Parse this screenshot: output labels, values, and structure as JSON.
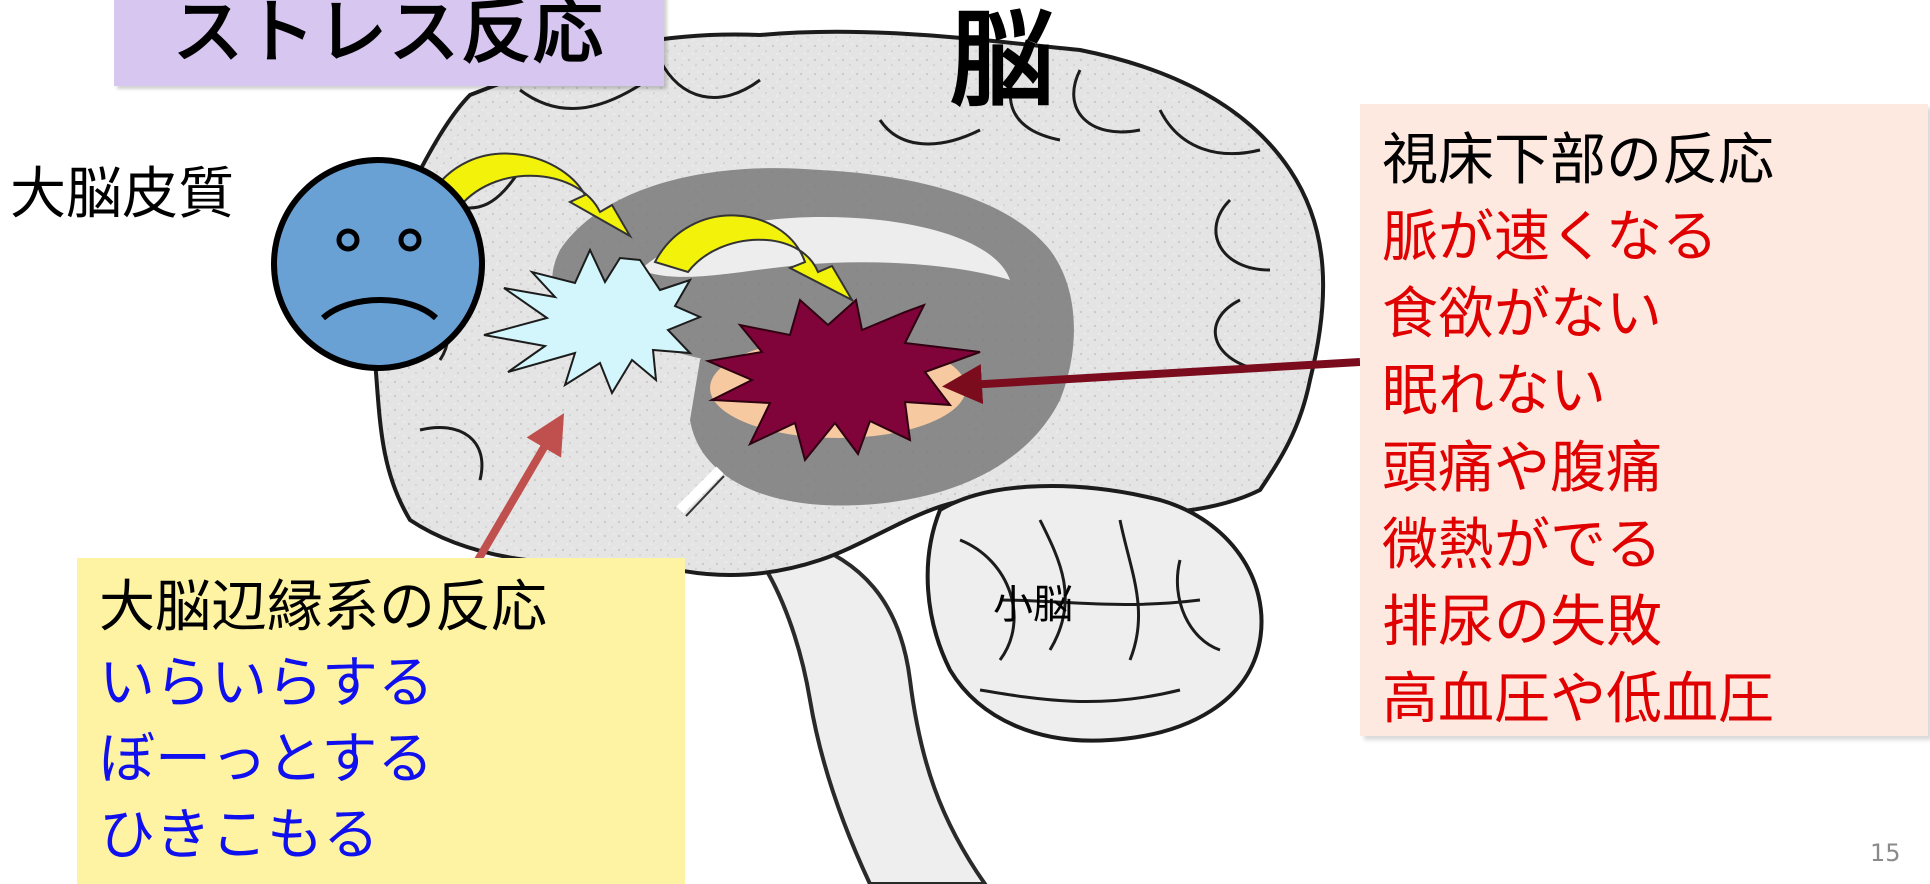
{
  "title": "ストレス反応",
  "brain_label": "脳",
  "cortex_label": "大脳皮質",
  "cerebellum_label": "小脳",
  "hypothalamus": {
    "title": "視床下部の反応",
    "items": [
      "脈が速くなる",
      "食欲がない",
      "眠れない",
      "頭痛や腹痛",
      "微熱がでる",
      "排尿の失敗",
      "高血圧や低血圧"
    ]
  },
  "limbic": {
    "title": "大脳辺縁系の反応",
    "items": [
      "いらいらする",
      "ぼーっとする",
      "ひきこもる"
    ]
  },
  "page_number": "15",
  "colors": {
    "title_bg": "#d6c6f0",
    "hypothalamus_bg": "#fde9e0",
    "hypothalamus_text": "#e00000",
    "limbic_bg": "#fdf3a3",
    "limbic_text": "#1010ee",
    "sad_face": "#6aa1d4",
    "limbic_burst": "#d2f6fb",
    "hypothalamus_burst": "#80043a",
    "hypothalamus_oval": "#f6c9a0",
    "curved_arrows": "#f2f20a",
    "limbic_pointer": "#c0504d",
    "hypothalamus_pointer": "#7a0c1e"
  },
  "icons": {
    "face": "sad-face-icon",
    "limbic_burst": "burst-icon",
    "hypothalamus_burst": "burst-icon"
  }
}
